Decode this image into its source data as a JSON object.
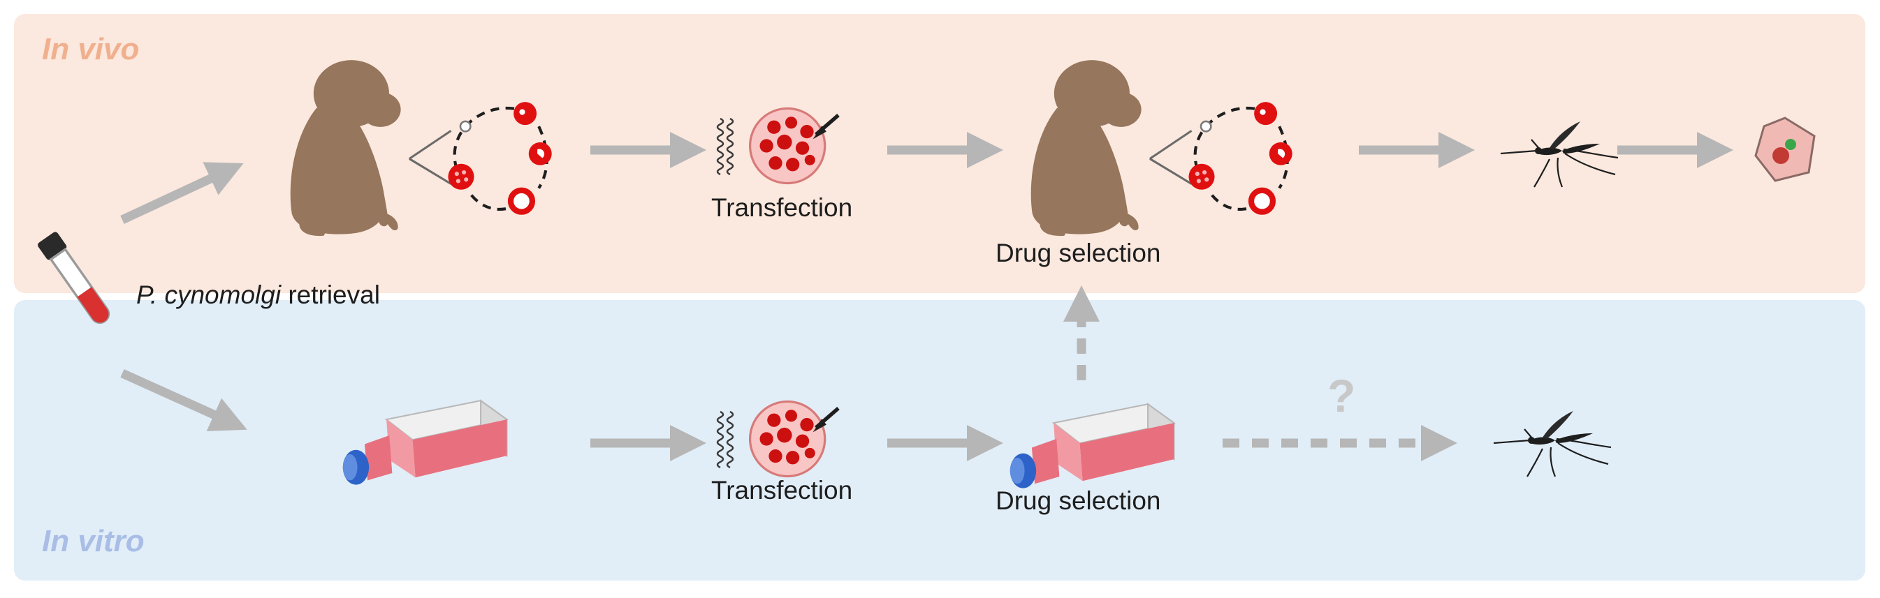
{
  "in_vivo": {
    "label": "In vivo"
  },
  "in_vitro": {
    "label": "In vitro"
  },
  "retrieval": {
    "species": "P. cynomolgi",
    "suffix": " retrieval"
  },
  "in_vivo_steps": {
    "transfection": "Transfection",
    "drug_selection": "Drug selection"
  },
  "in_vitro_steps": {
    "transfection": "Transfection",
    "drug_selection": "Drug selection",
    "unknown_mark": "?"
  },
  "colors": {
    "in_vivo_panel": "#fbe8de",
    "in_vitro_panel": "#e1eef8",
    "in_vivo_label": "#f0b08e",
    "in_vitro_label": "#a9bde6",
    "arrow": "#b6b6b6",
    "monkey": "#96765c",
    "parasite_red": "#e01010",
    "flask_pink": "#e8707e",
    "flask_cap": "#2d63c8",
    "hepatocyte": "#f1b9b3"
  },
  "icons": [
    "test-tube-icon",
    "monkey-icon",
    "blood-stage-cycle-icon",
    "dna-icon",
    "infected-cell-icon",
    "mosquito-icon",
    "liver-cell-icon",
    "culture-flask-icon"
  ]
}
